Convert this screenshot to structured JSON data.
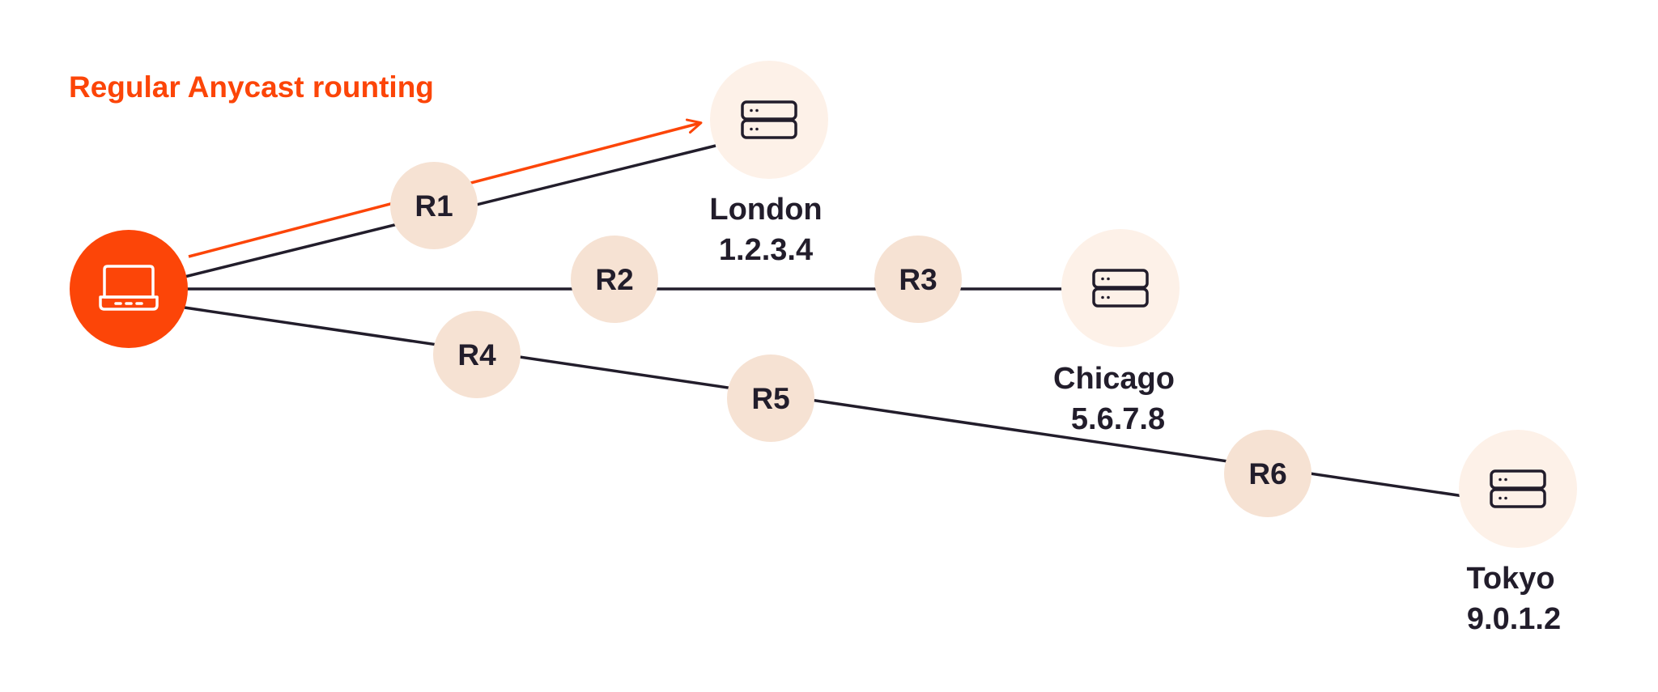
{
  "title": "Regular Anycast rounting",
  "client": {
    "icon": "laptop-icon"
  },
  "routers": [
    {
      "id": "r1",
      "label": "R1"
    },
    {
      "id": "r2",
      "label": "R2"
    },
    {
      "id": "r3",
      "label": "R3"
    },
    {
      "id": "r4",
      "label": "R4"
    },
    {
      "id": "r5",
      "label": "R5"
    },
    {
      "id": "r6",
      "label": "R6"
    }
  ],
  "servers": [
    {
      "id": "london",
      "city": "London",
      "ip": "1.2.3.4",
      "icon": "server-icon"
    },
    {
      "id": "chicago",
      "city": "Chicago",
      "ip": "5.6.7.8",
      "icon": "server-icon"
    },
    {
      "id": "tokyo",
      "city": "Tokyo",
      "ip": "9.0.1.2",
      "icon": "server-icon"
    }
  ],
  "routes": [
    [
      "client",
      "r1",
      "london"
    ],
    [
      "client",
      "r2",
      "r3",
      "chicago"
    ],
    [
      "client",
      "r4",
      "r5",
      "r6",
      "tokyo"
    ]
  ],
  "highlighted_route": [
    "client",
    "london"
  ],
  "colors": {
    "accent": "#fc4508",
    "router_fill": "#f6e2d3",
    "server_fill": "#fdf1e8",
    "line": "#221d2b",
    "text": "#221d2b"
  }
}
